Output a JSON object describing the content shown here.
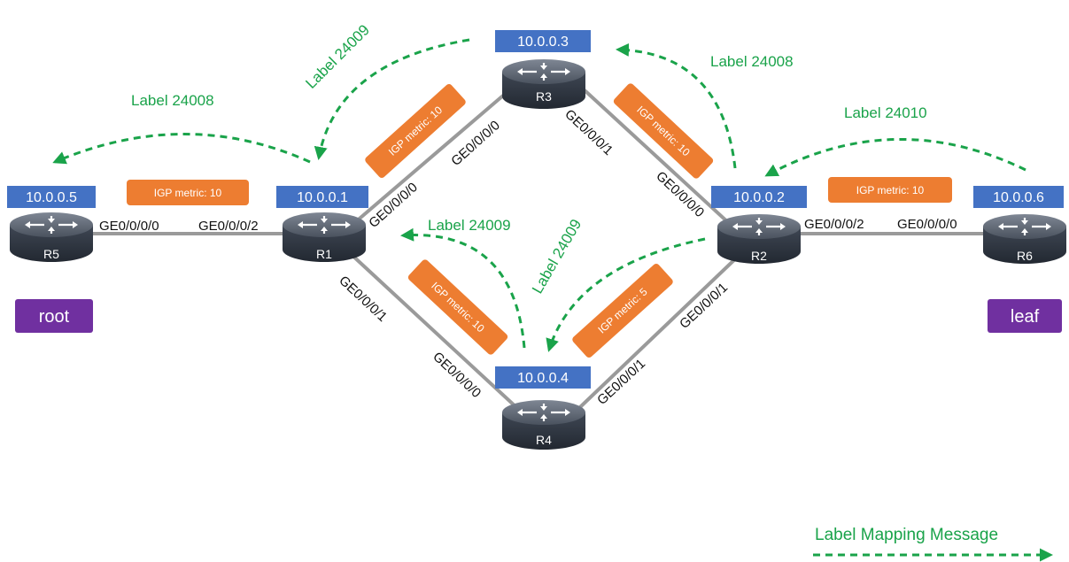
{
  "routers": [
    {
      "name": "R5",
      "ip": "10.0.0.5",
      "role": "root"
    },
    {
      "name": "R1",
      "ip": "10.0.0.1"
    },
    {
      "name": "R3",
      "ip": "10.0.0.3"
    },
    {
      "name": "R2",
      "ip": "10.0.0.2"
    },
    {
      "name": "R6",
      "ip": "10.0.0.6",
      "role": "leaf"
    },
    {
      "name": "R4",
      "ip": "10.0.0.4"
    }
  ],
  "interfaces": {
    "r5_r1_r5side": "GE0/0/0/0",
    "r5_r1_r1side": "GE0/0/0/2",
    "r1_r3_r1side": "GE0/0/0/0",
    "r1_r3_r3side": "GE0/0/0/0",
    "r3_r2_r3side": "GE0/0/0/1",
    "r3_r2_r2side": "GE0/0/0/0",
    "r2_r6_r2side": "GE0/0/0/2",
    "r2_r6_r6side": "GE0/0/0/0",
    "r1_r4_r1side": "GE0/0/0/1",
    "r1_r4_r4side": "GE0/0/0/0",
    "r4_r2_r4side": "GE0/0/0/1",
    "r4_r2_r2side": "GE0/0/0/1"
  },
  "metrics": {
    "r5_r1": "IGP metric: 10",
    "r1_r3": "IGP metric: 10",
    "r3_r2": "IGP metric: 10",
    "r2_r6": "IGP metric: 10",
    "r1_r4": "IGP metric: 10",
    "r4_r2": "IGP metric: 5"
  },
  "labels": {
    "r1_to_r5": "Label 24008",
    "r3_to_r1": "Label 24009",
    "r2_to_r3": "Label 24008",
    "r6_to_r2": "Label 24010",
    "r4_to_r1": "Label 24009",
    "r2_to_r4": "Label 24009"
  },
  "legend": {
    "text": "Label Mapping Message"
  },
  "colors": {
    "ip_box": "#4472c4",
    "metric_box": "#ed7d31",
    "role_box": "#7030a0",
    "label_arrow": "#1aa34a",
    "link": "#9a9a9a",
    "router_body": "#3b4350"
  }
}
